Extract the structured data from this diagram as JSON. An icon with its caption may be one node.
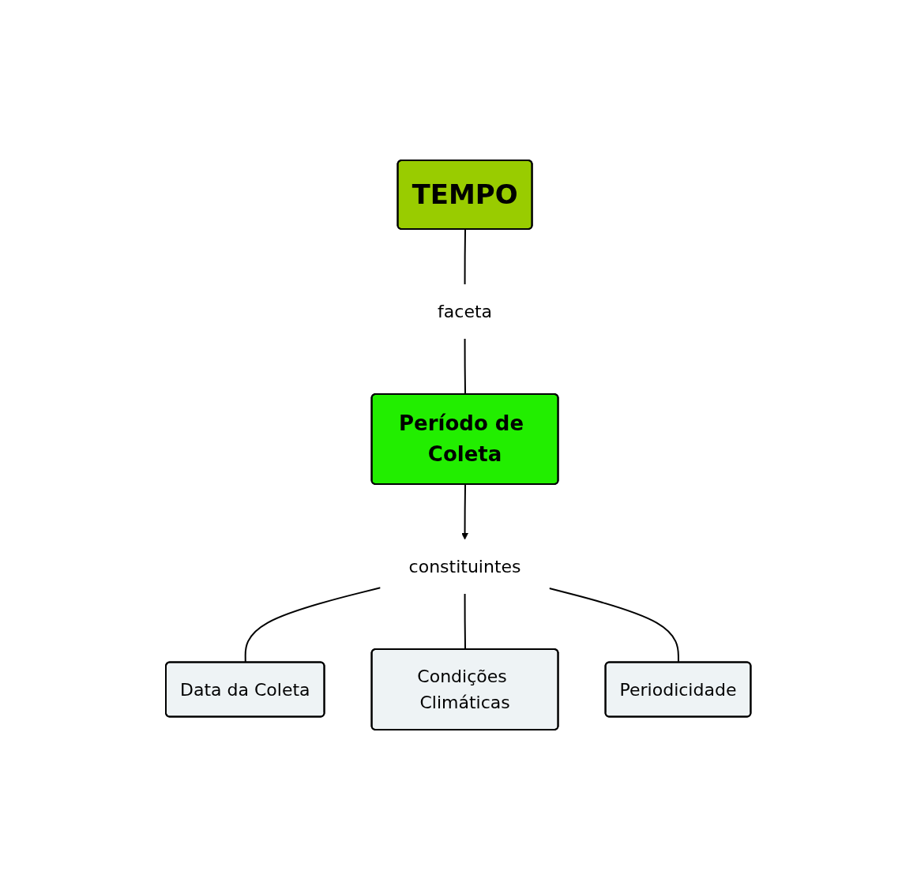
{
  "diagram": {
    "nodes": [
      {
        "text": [
          "TEMPO"
        ]
      },
      {
        "text": [
          "faceta"
        ]
      },
      {
        "text": [
          "Período de Coleta"
        ]
      },
      {
        "text": [
          "constituintes"
        ]
      },
      {
        "text": [
          "Data da Coleta"
        ]
      },
      {
        "text": [
          "Condições Climáticas"
        ]
      },
      {
        "text": [
          "Periodicidade"
        ]
      }
    ],
    "edges": [
      {
        "from": 0,
        "to": 1,
        "arrow": "none"
      },
      {
        "from": 1,
        "to": 2,
        "arrow": "none"
      },
      {
        "from": 2,
        "to": 3,
        "arrow": "to"
      },
      {
        "from": 3,
        "to": 4,
        "arrow": "none"
      },
      {
        "from": 3,
        "to": 5,
        "arrow": "none"
      },
      {
        "from": 3,
        "to": 6,
        "arrow": "none"
      }
    ]
  }
}
